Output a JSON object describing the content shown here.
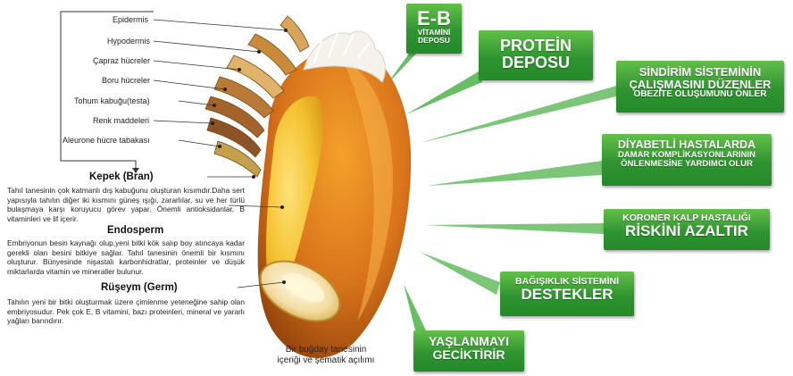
{
  "layer_labels": [
    "Epidermis",
    "Hypodermis",
    "Çapraz hücreler",
    "Boru hücreler",
    "Tohum kabuğu(testa)",
    "Renk maddeleri",
    "Aleurone hücre tabakası"
  ],
  "sections": {
    "bran": {
      "title": "Kepek (Bran)",
      "body": "Tahıl tanesinin çok katmanlı dış kabuğunu oluşturan kısımdır.Daha sert yapısıyla tahılın diğer iki kısmını güneş ışığı, zararlılar, su ve her türlü bulaşmaya karşı koruyucu görev yapar. Önemli antioksidanlar, B vitaminleri ve lif içerir."
    },
    "endosperm": {
      "title": "Endosperm",
      "body": "Embriyonun besin kaynağı olup,yeni bitki kök salıp boy atıncaya kadar gerekli olan besini bitkiye sağlar. Tahıl tanesinin önemli bir kısmını oluşturur. Bünyesinde nişastalı karbonhidratlar, proteinler ve düşük miktarlarda vitamin ve mineraller bulunur."
    },
    "germ": {
      "title": "Rüşeym (Germ)",
      "body": "Tahılın yeni bir bitki oluşturmak üzere çimlenme yeteneğine sahip olan embriyosudur. Pek çok E, B vitamini, bazı proteinleri, mineral ve yararlı yağları barındırır."
    }
  },
  "caption": {
    "line1": "Bir buğday tanesinin",
    "line2": "içeriği ve şematik açılımı"
  },
  "benefits": {
    "eb_big": "E-B",
    "eb_sub1": "VİTAMİNİ",
    "eb_sub2": "DEPOSU",
    "protein_1": "PROTEİN",
    "protein_2": "DEPOSU",
    "digest_1": "SİNDİRİM SİSTEMİNİN",
    "digest_2": "ÇALIŞMASINI DÜZENLER",
    "digest_3": "OBEZİTE OLUŞUMUNU ÖNLER",
    "diab_1": "DİYABETLİ HASTALARDA",
    "diab_2": "DAMAR KOMPLİKASYONLARININ",
    "diab_3": "ÖNLENMESİNE YARDIMCI OLUR",
    "coronary_1": "KORONER KALP HASTALIĞI",
    "coronary_2": "RİSKİNİ AZALTIR",
    "immune_1": "BAĞIŞIKLIK SİSTEMİNİ",
    "immune_2": "DESTEKLER",
    "aging_1": "YAŞLANMAYI",
    "aging_2": "GECİKTİRİR"
  },
  "colors": {
    "box_green": "#2f9430",
    "bran_brown": "#b5651d",
    "endosperm_yellow": "#f2c230",
    "germ_cream": "#f6e3a8"
  }
}
